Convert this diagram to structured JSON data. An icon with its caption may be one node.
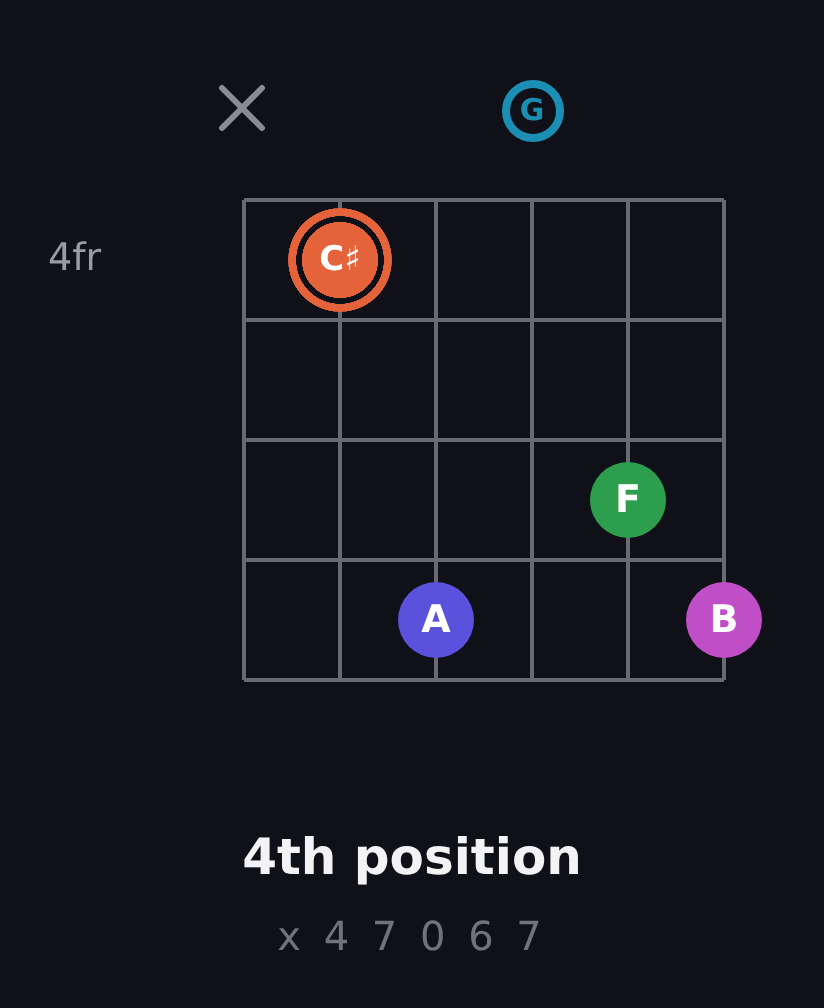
{
  "diagram": {
    "title": "4th position",
    "caption": "x 4 7 0 6 7",
    "nodes": [
      {
        "text": [
          "G"
        ]
      },
      {
        "text": [
          "C♯"
        ]
      },
      {
        "text": [
          "F"
        ]
      },
      {
        "text": [
          "A"
        ]
      },
      {
        "text": [
          "B"
        ]
      }
    ],
    "labels": [
      "4fr"
    ]
  }
}
